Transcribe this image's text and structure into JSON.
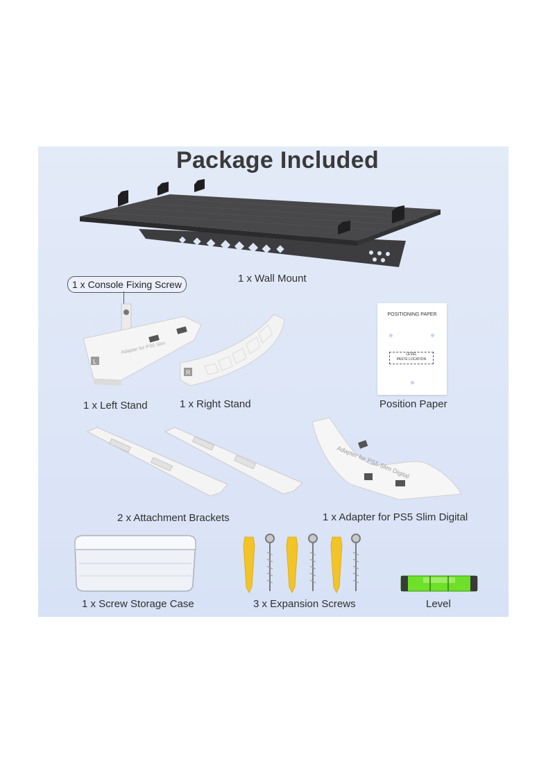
{
  "title": "Package Included",
  "items": {
    "wall_mount": "1 x Wall Mount",
    "console_fixing_screw": "1 x Console Fixing Screw",
    "left_stand": "1 x Left Stand",
    "right_stand": "1 x Right Stand",
    "position_paper": "Position Paper",
    "attachment_brackets": "2 x Attachment Brackets",
    "adapter": "1 x Adapter for PS5 Slim Digital",
    "storage_case": "1 x Screw Storage Case",
    "expansion_screws": "3 x Expansion Screws",
    "level": "Level"
  },
  "paper": {
    "title": "POSITIONING PAPER",
    "box_line1": "LEVEL",
    "box_line2": "PASTE LOCATION"
  },
  "stand_marks": {
    "left": "L",
    "right": "R"
  },
  "stand_text": "Adapter for PS5 Slim",
  "adapter_text": "Adapter for PS5 Slim Digital",
  "colors": {
    "panel": "#dde6f7",
    "shelf": "#3c3c3e",
    "anchor": "#f2c428",
    "level": "#6ee02a"
  }
}
